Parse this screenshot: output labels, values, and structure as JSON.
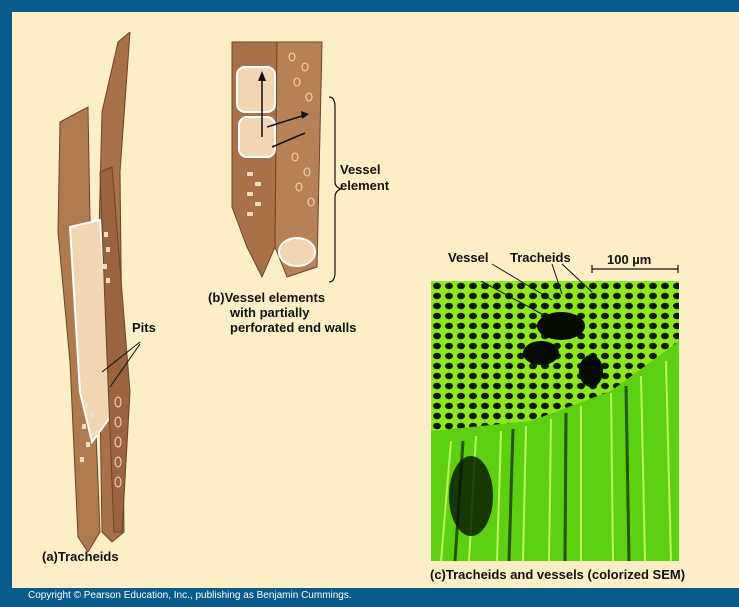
{
  "labels": {
    "pits": "Pits",
    "tracheids_a": "(a)Tracheids",
    "vessel_element_1": "Vessel",
    "vessel_element_2": "element",
    "b_line1": "(b)Vessel elements",
    "b_line2": "with partially",
    "b_line3": "perforated end walls",
    "sem_vessel": "Vessel",
    "sem_tracheids": "Tracheids",
    "scale": "100 µm",
    "c_caption": "(c)Tracheids and vessels (colorized SEM)"
  },
  "copyright": "Copyright © Pearson Education, Inc., publishing as Benjamin Cummings.",
  "colors": {
    "background": "#0a5a8c",
    "panel": "#fcefc8",
    "wood": "#a8714a",
    "wood_dark": "#7a4a2a",
    "wood_light": "#f2d6b4",
    "sem_green": "#7fe019"
  }
}
